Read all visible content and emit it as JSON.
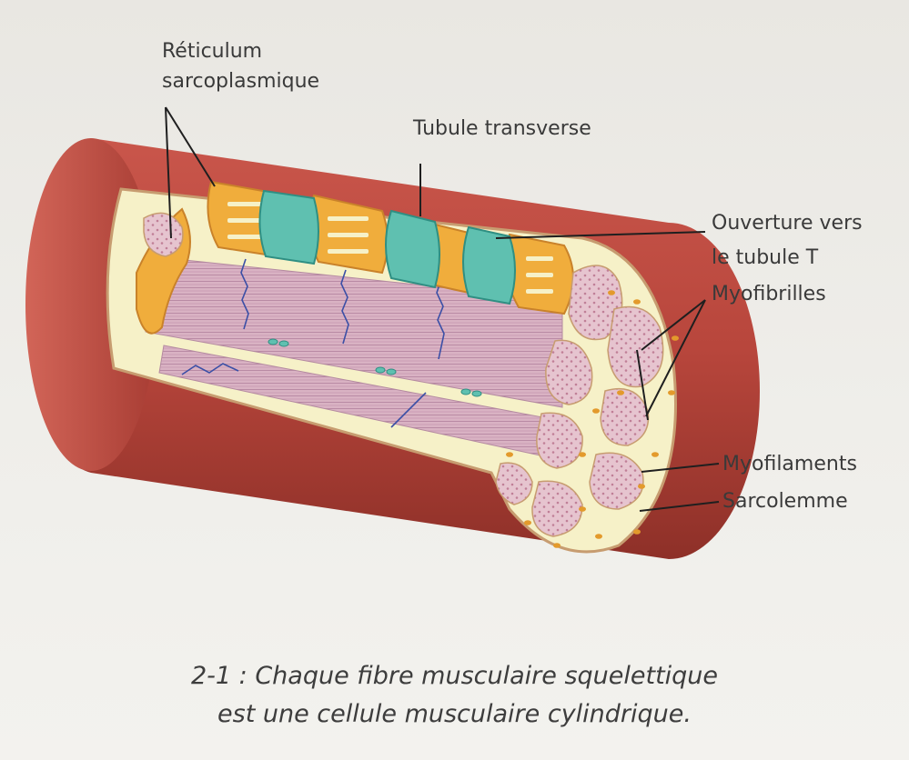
{
  "labels": {
    "reticulum_line1": "Réticulum",
    "reticulum_line2": "sarcoplasmique",
    "tubule_transverse": "Tubule transverse",
    "ouverture_line1": "Ouverture vers",
    "ouverture_line2": "le tubule T",
    "myofibrilles": "Myofibrilles",
    "myofilaments": "Myofilaments",
    "sarcolemme": "Sarcolemme"
  },
  "caption": {
    "line1": "2-1 : Chaque fibre musculaire squelettique",
    "line2": "est une cellule musculaire cylindrique."
  },
  "colors": {
    "background": "#eceae5",
    "sarcolemma": "#b8463c",
    "sarcoplasm": "#f6f1c8",
    "myofibril": "#e3c1cc",
    "reticulum": "#f0ad3c",
    "t_tubule": "#5fc0b0",
    "z_line": "#3b4fa6",
    "leader_line": "#1f1f1f"
  }
}
